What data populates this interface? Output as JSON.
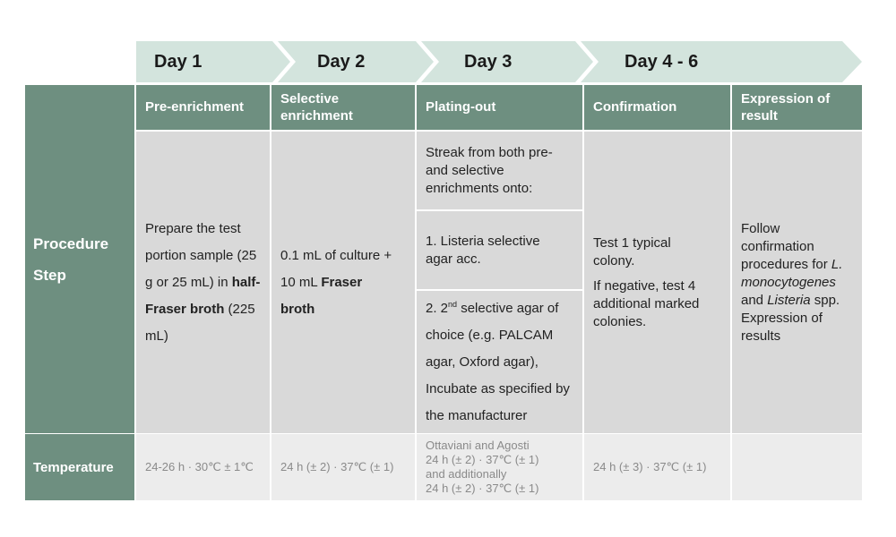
{
  "days": [
    "Day 1",
    "Day 2",
    "Day 3",
    "Day 4 - 6"
  ],
  "rows": {
    "procedure_label": "Procedure Step",
    "temperature_label": "Temperature"
  },
  "headers": {
    "pre_enrichment": "Pre-enrichment",
    "selective_enrichment": "Selective enrichment",
    "plating_out": "Plating-out",
    "confirmation": "Confirmation",
    "expression": "Expression of result"
  },
  "procedure": {
    "pre_enrichment": {
      "text1": "Prepare the test portion sample (25 g or 25 mL) in ",
      "bold": "half-Fraser broth",
      "text2": " (225 mL)"
    },
    "selective_enrichment": {
      "text1": "0.1 mL of culture + 10 mL ",
      "bold": "Fraser broth"
    },
    "plating_out": {
      "intro": "Streak from both pre- and selective enrichments onto:",
      "item1": "1. Listeria selective agar acc.",
      "item2_num": "2. 2",
      "item2_sup": "nd",
      "item2_text": " selective agar of choice  (e.g. PALCAM agar, Oxford agar), Incubate as specified by the manufacturer"
    },
    "confirmation": {
      "p1": "Test 1 typical colony.",
      "p2": "If negative, test 4 additional marked colonies."
    },
    "expression": {
      "t1": "Follow confirmation procedures for ",
      "i1": "L. monocytogenes",
      "t2": " and ",
      "i2": "Listeria",
      "t3": " spp. Expression of results"
    }
  },
  "temperature": {
    "pre_enrichment": "24-26 h · 30℃ ± 1℃",
    "selective_enrichment": "24 h (± 2) · 37℃ (± 1)",
    "plating_out": [
      "Ottaviani and Agosti",
      "24 h (± 2) · 37℃ (± 1)",
      "and additionally",
      "24 h (± 2) · 37℃ (± 1)"
    ],
    "confirmation": "24 h (± 3) · 37℃ (± 1)",
    "expression": ""
  },
  "colors": {
    "banner": "#d3e4dd",
    "header": "#6e8f80",
    "body": "#d9d9d9",
    "temperature_row": "#ececec"
  }
}
